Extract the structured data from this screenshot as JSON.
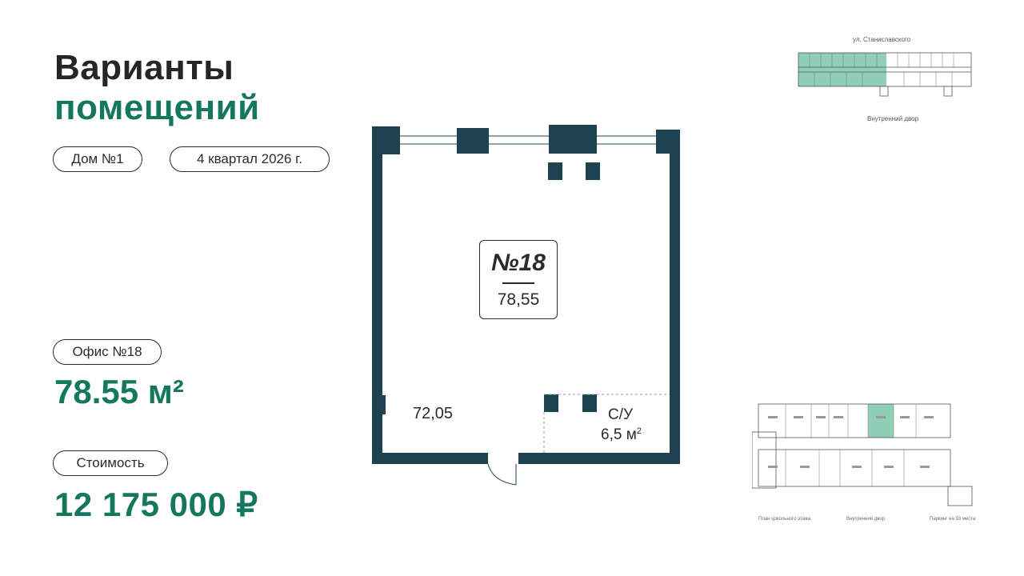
{
  "title": {
    "line1": "Варианты",
    "line2": "помещений"
  },
  "tags": {
    "house": "Дом №1",
    "quarter": "4 квартал 2026 г."
  },
  "office": {
    "label": "Офис №18",
    "area": "78.55 м²"
  },
  "cost": {
    "label": "Стоимость",
    "price": "12 175 000 ₽"
  },
  "plan": {
    "room_number": "№18",
    "room_area": "78,55",
    "main_area": "72,05",
    "wc_label": "С/У",
    "wc_area": "6,5 м",
    "wc_area_sup": "2"
  },
  "mini_map": {
    "street": "ул. Станиславского",
    "yard": "Внутренний двор",
    "bottom_left": "План цокольного этажа",
    "bottom_middle": "Внутренний двор",
    "bottom_right": "Паркинг на 93 места"
  },
  "colors": {
    "accent": "#15785e",
    "wall": "#1d4350",
    "highlight": "#8fcfb6"
  }
}
